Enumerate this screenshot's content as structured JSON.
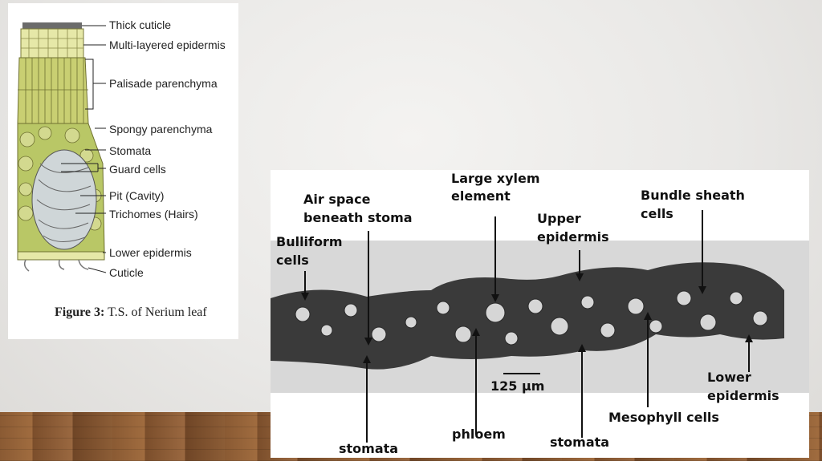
{
  "left_figure": {
    "labels": {
      "thick_cuticle": "Thick cuticle",
      "multi_layered_epidermis": "Multi-layered epidermis",
      "palisade_parenchyma": "Palisade parenchyma",
      "spongy_parenchyma": "Spongy  parenchyma",
      "stomata": "Stomata",
      "guard_cells": "Guard cells",
      "pit": "Pit (Cavity)",
      "trichomes": "Trichomes (Hairs)",
      "lower_epidermis": "Lower epidermis",
      "cuticle": "Cuticle"
    },
    "caption_bold": "Figure 3:",
    "caption_text": " T.S. of Nerium leaf"
  },
  "right_figure": {
    "labels": {
      "large_xylem_1": "Large xylem",
      "large_xylem_2": "element",
      "air_space_1": "Air space",
      "air_space_2": "beneath stoma",
      "bulliform_1": "Bulliform",
      "bulliform_2": "cells",
      "upper_epidermis_1": "Upper",
      "upper_epidermis_2": "epidermis",
      "bundle_sheath_1": "Bundle sheath",
      "bundle_sheath_2": "cells",
      "scale": "125 µm",
      "lower_epidermis_1": "Lower",
      "lower_epidermis_2": "epidermis",
      "mesophyll": "Mesophyll cells",
      "stomata_left": "stomata",
      "phloem": "phloem",
      "stomata_mid": "stomata"
    }
  },
  "colors": {
    "palisade": "#c9cf72",
    "epidermis": "#e6e8a8",
    "spongy": "#b9c766",
    "crypt": "#cfd6d8",
    "micrograph_bg": "#d8d8d8",
    "tissue": "#3a3a3a"
  }
}
